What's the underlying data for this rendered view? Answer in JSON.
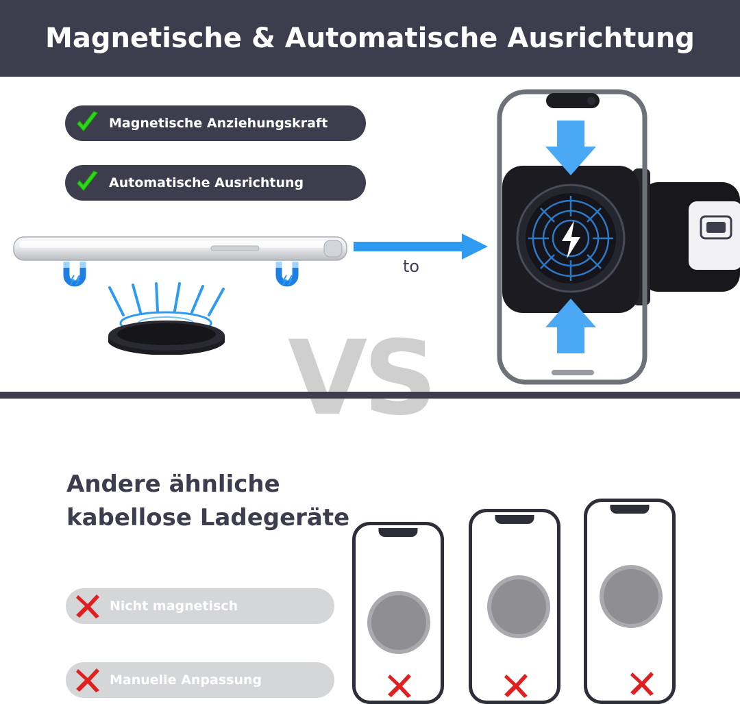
{
  "header": {
    "title": "Magnetische & Automatische Ausrichtung"
  },
  "top": {
    "features": [
      {
        "icon": "green-check-icon",
        "label": "Magnetische Anziehungskraft"
      },
      {
        "icon": "green-check-icon",
        "label": "Automatische Ausrichtung"
      }
    ],
    "transition_label": "to",
    "arrow_icon": "blue-right-arrow-icon",
    "magnet_icon": "horseshoe-magnet-icon",
    "phone_icon": "iphone-side-view-icon",
    "charger_icon": "magnetic-wireless-charger-icon",
    "stand_icon": "foldable-charging-stand-icon"
  },
  "vs": {
    "label": "VS"
  },
  "bottom": {
    "title": "Andere ähnliche\nkabellose Ladegeräte",
    "features": [
      {
        "icon": "red-cross-icon",
        "label": "Nicht magnetisch"
      },
      {
        "icon": "red-cross-icon",
        "label": "Manuelle Anpassung"
      }
    ],
    "phones": [
      {
        "name": "phone-1",
        "pad_icon": "grey-wireless-pad-icon",
        "marker_icon": "red-x-icon"
      },
      {
        "name": "phone-2",
        "pad_icon": "grey-wireless-pad-icon",
        "marker_icon": "red-x-icon"
      },
      {
        "name": "phone-3",
        "pad_icon": "grey-wireless-pad-icon",
        "marker_icon": "red-x-icon"
      }
    ]
  },
  "colors": {
    "header_bg": "#3d3d4e",
    "pill_dark": "#3d3d4e",
    "pill_light": "#d5d6d8",
    "check_green": "#2fd61d",
    "cross_red": "#e02020",
    "arrow_blue": "#2f9bf0",
    "vs_grey": "#cfcfcf"
  }
}
